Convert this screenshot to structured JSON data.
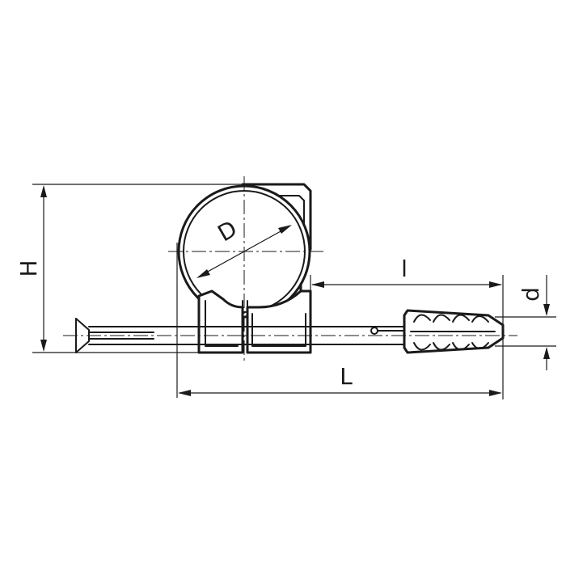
{
  "dimension_labels": {
    "height": "H",
    "diameter": "D",
    "length": "L",
    "dowel_length": "l",
    "dowel_diameter": "d"
  }
}
